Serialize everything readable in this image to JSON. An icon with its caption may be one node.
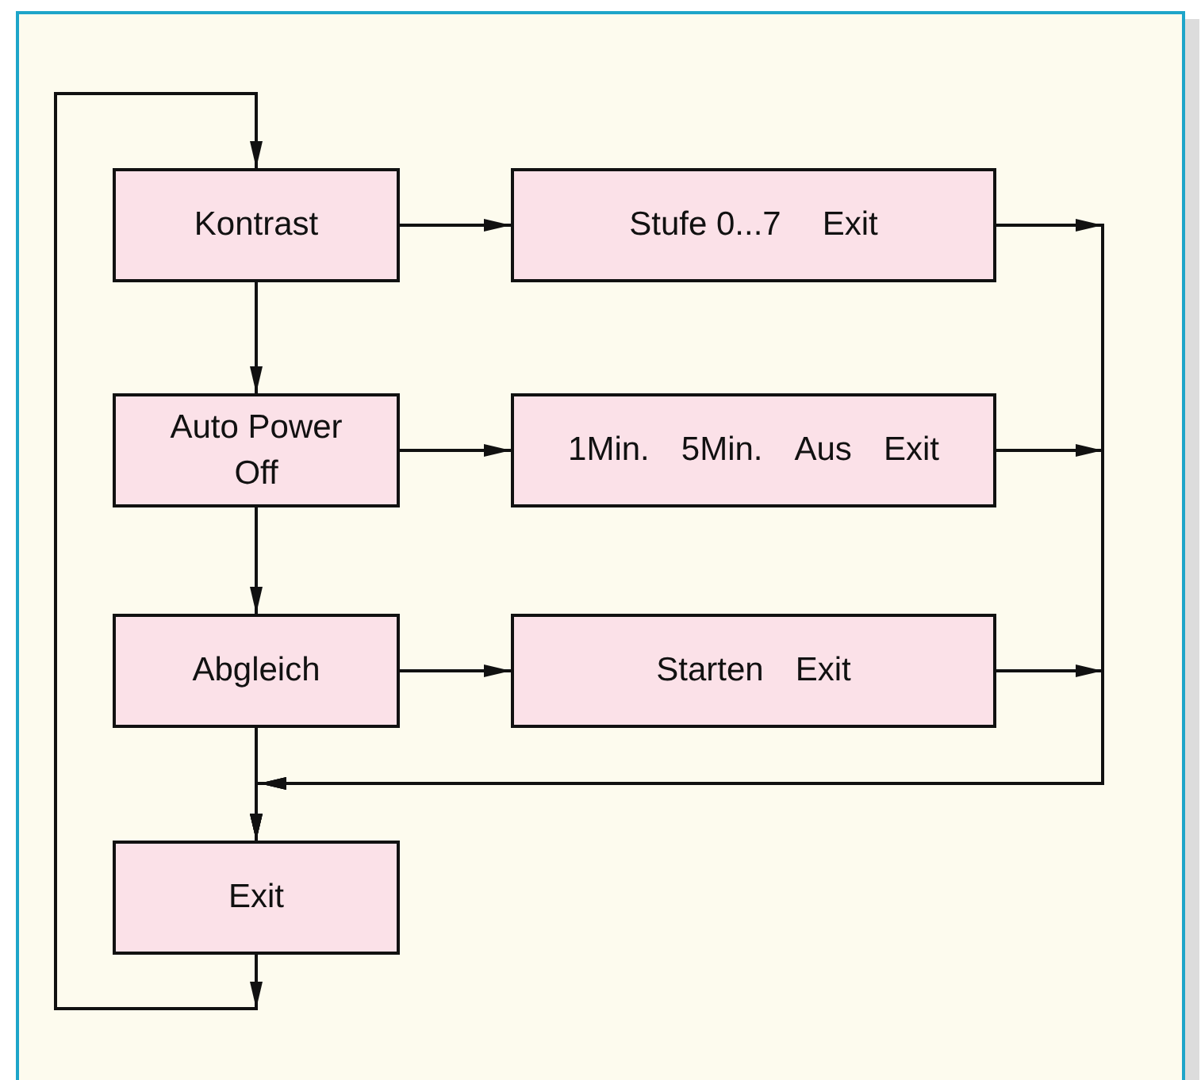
{
  "diagram": {
    "nodes": [
      {
        "text": [
          "Kontrast"
        ]
      },
      {
        "text": [
          "Stufe 0...7",
          "Exit"
        ]
      },
      {
        "text": [
          "Auto Power Off"
        ]
      },
      {
        "text": [
          "1Min.",
          "5Min.",
          "Aus",
          "Exit"
        ]
      },
      {
        "text": [
          "Abgleich"
        ]
      },
      {
        "text": [
          "Starten",
          "Exit"
        ]
      },
      {
        "text": [
          "Exit"
        ]
      }
    ],
    "edges": [
      {
        "from": 0,
        "to": 1,
        "arrow": "to"
      },
      {
        "from": 0,
        "to": 2,
        "arrow": "to"
      },
      {
        "from": 1,
        "to": 6,
        "arrow": "to"
      },
      {
        "from": 2,
        "to": 3,
        "arrow": "to"
      },
      {
        "from": 2,
        "to": 4,
        "arrow": "to"
      },
      {
        "from": 3,
        "to": 6,
        "arrow": "to"
      },
      {
        "from": 4,
        "to": 5,
        "arrow": "to"
      },
      {
        "from": 5,
        "to": 6,
        "arrow": "to"
      },
      {
        "from": 4,
        "to": 6,
        "arrow": "to"
      },
      {
        "from": 6,
        "to": 0,
        "arrow": "to"
      }
    ]
  }
}
